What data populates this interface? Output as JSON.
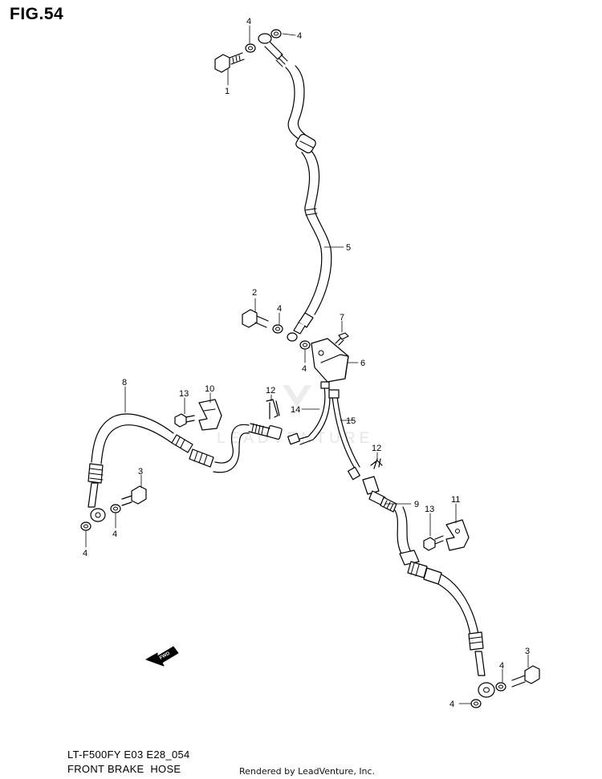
{
  "figure": {
    "title": "FIG.54",
    "model_code": "LT-F500FY E03 E28_054",
    "caption": "FRONT BRAKE  HOSE",
    "credit": "Rendered by LeadVenture, Inc.",
    "watermark": "LEADVENTURE",
    "fwd_label": "FWD"
  },
  "callouts": [
    {
      "id": "c-4a",
      "text": "4"
    },
    {
      "id": "c-4b",
      "text": "4"
    },
    {
      "id": "c-1",
      "text": "1"
    },
    {
      "id": "c-5",
      "text": "5"
    },
    {
      "id": "c-2",
      "text": "2"
    },
    {
      "id": "c-4c",
      "text": "4"
    },
    {
      "id": "c-7",
      "text": "7"
    },
    {
      "id": "c-4d",
      "text": "4"
    },
    {
      "id": "c-6",
      "text": "6"
    },
    {
      "id": "c-8",
      "text": "8"
    },
    {
      "id": "c-13a",
      "text": "13"
    },
    {
      "id": "c-10",
      "text": "10"
    },
    {
      "id": "c-12a",
      "text": "12"
    },
    {
      "id": "c-14",
      "text": "14"
    },
    {
      "id": "c-15",
      "text": "15"
    },
    {
      "id": "c-3a",
      "text": "3"
    },
    {
      "id": "c-4e",
      "text": "4"
    },
    {
      "id": "c-4f",
      "text": "4"
    },
    {
      "id": "c-12b",
      "text": "12"
    },
    {
      "id": "c-9",
      "text": "9"
    },
    {
      "id": "c-13b",
      "text": "13"
    },
    {
      "id": "c-11",
      "text": "11"
    },
    {
      "id": "c-3b",
      "text": "3"
    },
    {
      "id": "c-4g",
      "text": "4"
    },
    {
      "id": "c-4h",
      "text": "4"
    }
  ]
}
